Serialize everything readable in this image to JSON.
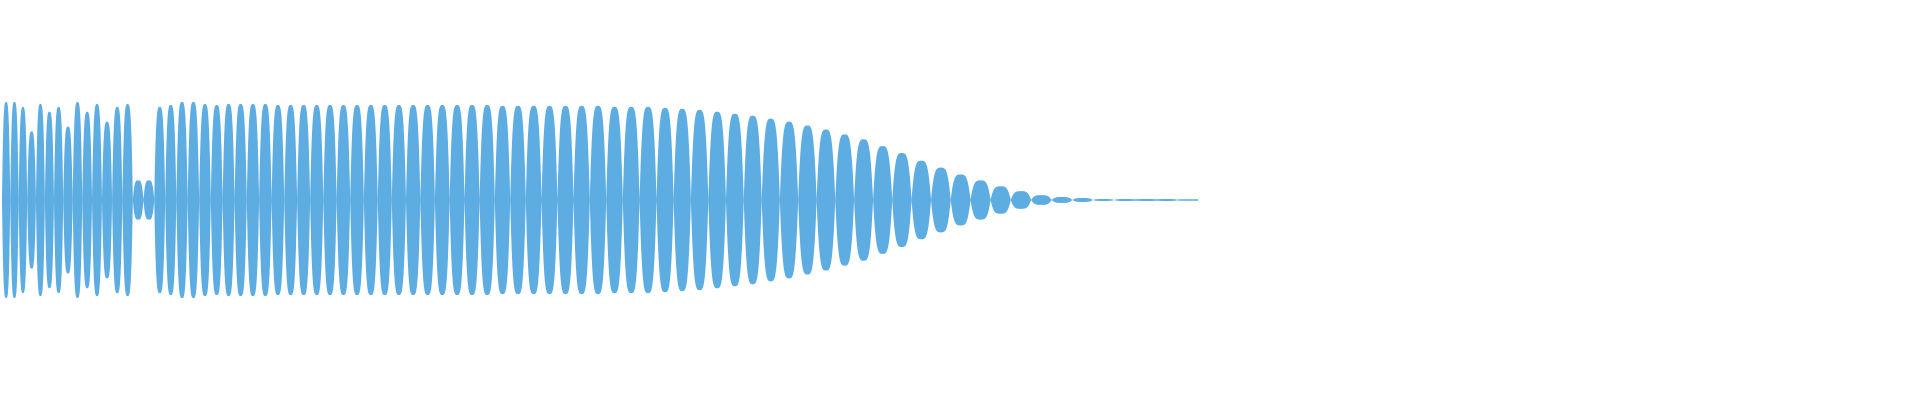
{
  "waveform": {
    "color": "#5DADE2",
    "background": "#ffffff",
    "samples": [
      1,
      1,
      0.95,
      0.7,
      0.98,
      0.9,
      0.95,
      0.75,
      1,
      0.9,
      0.98,
      0.8,
      0.95,
      0.98,
      0.2,
      0.2,
      0.95,
      0.97,
      1,
      1,
      0.98,
      0.97,
      0.98,
      0.98,
      0.98,
      0.98,
      0.97,
      0.97,
      0.97,
      0.97,
      0.97,
      0.97,
      0.97,
      0.97,
      0.97,
      0.97,
      0.97,
      0.97,
      0.97,
      0.97,
      0.97,
      0.97,
      0.96,
      0.96,
      0.96,
      0.96,
      0.96,
      0.96,
      0.96,
      0.95,
      0.95,
      0.95,
      0.94,
      0.93,
      0.92,
      0.9,
      0.88,
      0.86,
      0.83,
      0.8,
      0.76,
      0.72,
      0.67,
      0.62,
      0.55,
      0.48,
      0.4,
      0.33,
      0.26,
      0.2,
      0.14,
      0.09,
      0.05,
      0.03,
      0.02,
      0.01,
      0.01,
      0.01,
      0.01,
      0.005
    ]
  }
}
